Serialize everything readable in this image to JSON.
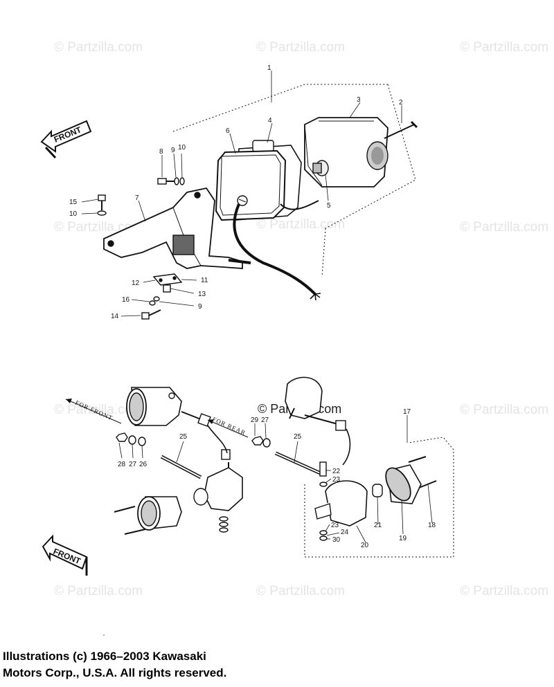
{
  "watermark": {
    "text": "© Partzilla.com"
  },
  "direction_labels": {
    "front_arrow_top": "FRONT",
    "front_arrow_bottom": "FRONT",
    "for_front": "FOR FRONT",
    "for_rear": "FOR REAR"
  },
  "callouts": {
    "c1": "1",
    "c2": "2",
    "c3": "3",
    "c4": "4",
    "c5": "5",
    "c6": "6",
    "c7": "7",
    "c8": "8",
    "c9a": "9",
    "c10a": "10",
    "c15": "15",
    "c10b": "10",
    "c12": "12",
    "c11": "11",
    "c13": "13",
    "c16": "16",
    "c9b": "9",
    "c14": "14",
    "c25a": "25",
    "c28": "28",
    "c27a": "27",
    "c26": "26",
    "c29": "29",
    "c27b": "27",
    "c25b": "25",
    "c17": "17",
    "c22": "22",
    "c23a": "23",
    "c23b": "23",
    "c24": "24",
    "c30": "30",
    "c20": "20",
    "c21": "21",
    "c19": "19",
    "c18": "18"
  },
  "copyright": {
    "line1": "Illustrations (c) 1966–2003 Kawasaki",
    "line2": "Motors Corp., U.S.A.  All rights reserved."
  }
}
